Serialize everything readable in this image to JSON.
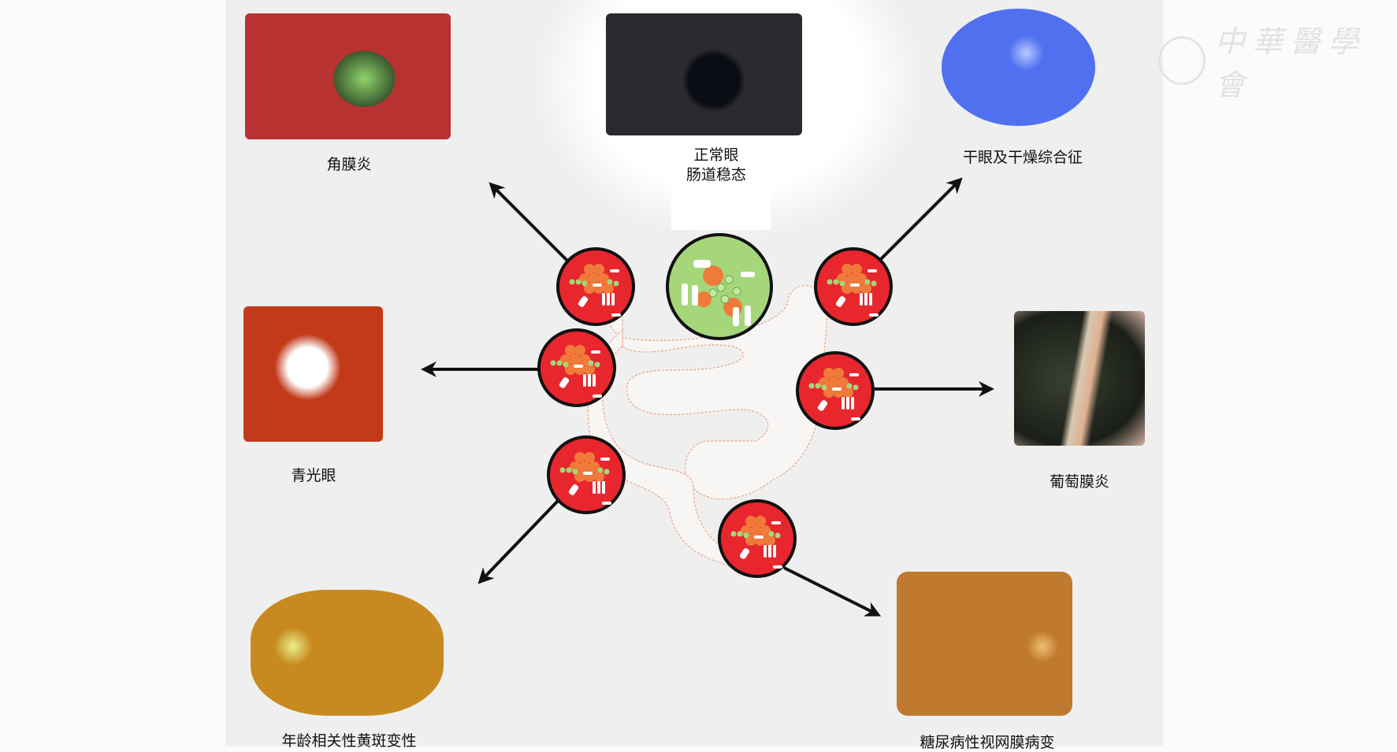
{
  "center": {
    "line1": "正常眼",
    "line2": "肠道稳态"
  },
  "diseases": [
    {
      "id": "keratitis",
      "label": "角膜炎"
    },
    {
      "id": "dry-eye",
      "label": "干眼及干燥综合征"
    },
    {
      "id": "glaucoma",
      "label": "青光眼"
    },
    {
      "id": "uveitis",
      "label": "葡萄膜炎"
    },
    {
      "id": "amd",
      "label": "年龄相关性黄斑变性"
    },
    {
      "id": "diabetic-retinopathy",
      "label": "糖尿病性视网膜病变"
    }
  ],
  "watermark": {
    "text": "中華醫學會"
  },
  "colors": {
    "dysbiosis": "#e8262e",
    "homeostasis": "#9fd36f",
    "arrow": "#111111"
  }
}
